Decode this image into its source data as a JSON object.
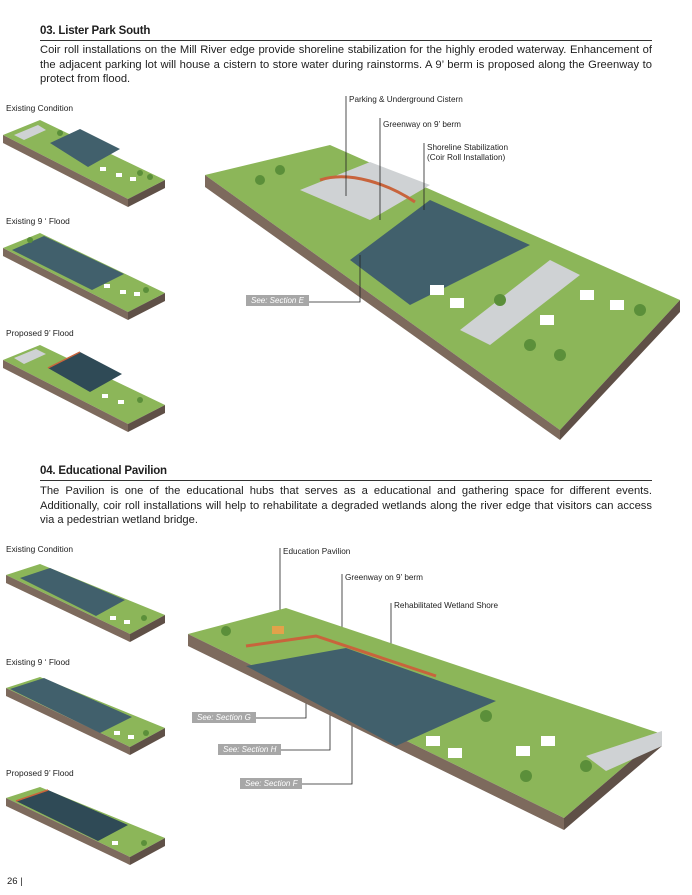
{
  "section1": {
    "title": "03. Lister Park South",
    "text": "Coir roll installations on the Mill River edge provide shoreline stabilization for the highly eroded waterway. Enhancement of the adjacent parking lot will house a cistern to store water during rainstorms.  A 9’ berm is proposed along the Greenway to protect from flood.",
    "thumb_labels": [
      "Existing Condition",
      "Existing 9 ‘ Flood",
      "Proposed 9’ Flood"
    ],
    "callouts": {
      "parking": "Parking & Underground Cistern",
      "greenway": "Greenway on 9’ berm",
      "shoreline_1": "Shoreline Stabilization",
      "shoreline_2": "(Coir Roll Installation)"
    },
    "see": "See: Section E"
  },
  "section2": {
    "title": "04. Educational Pavilion",
    "text": "The Pavilion is one of the educational hubs that serves as a educational and gathering space for different events. Additionally, coir roll installations will help to rehabilitate a degraded wetlands along the river edge that visitors can access via a pedestrian wetland bridge.",
    "thumb_labels": [
      "Existing Condition",
      "Existing 9 ‘ Flood",
      "Proposed 9’ Flood"
    ],
    "callouts": {
      "pavilion": "Education Pavilion",
      "greenway": "Greenway on 9’ berm",
      "wetland": "Rehabilitated Wetland Shore"
    },
    "see": [
      "See: Section G",
      "See: Section H",
      "See: Section F"
    ]
  },
  "footer": {
    "page": "26 |"
  },
  "colors": {
    "water": "#41606c",
    "grass": "#8cb659",
    "soil": "#7d6a5d",
    "berm": "#c8643c",
    "paving": "#cfd2d4"
  }
}
